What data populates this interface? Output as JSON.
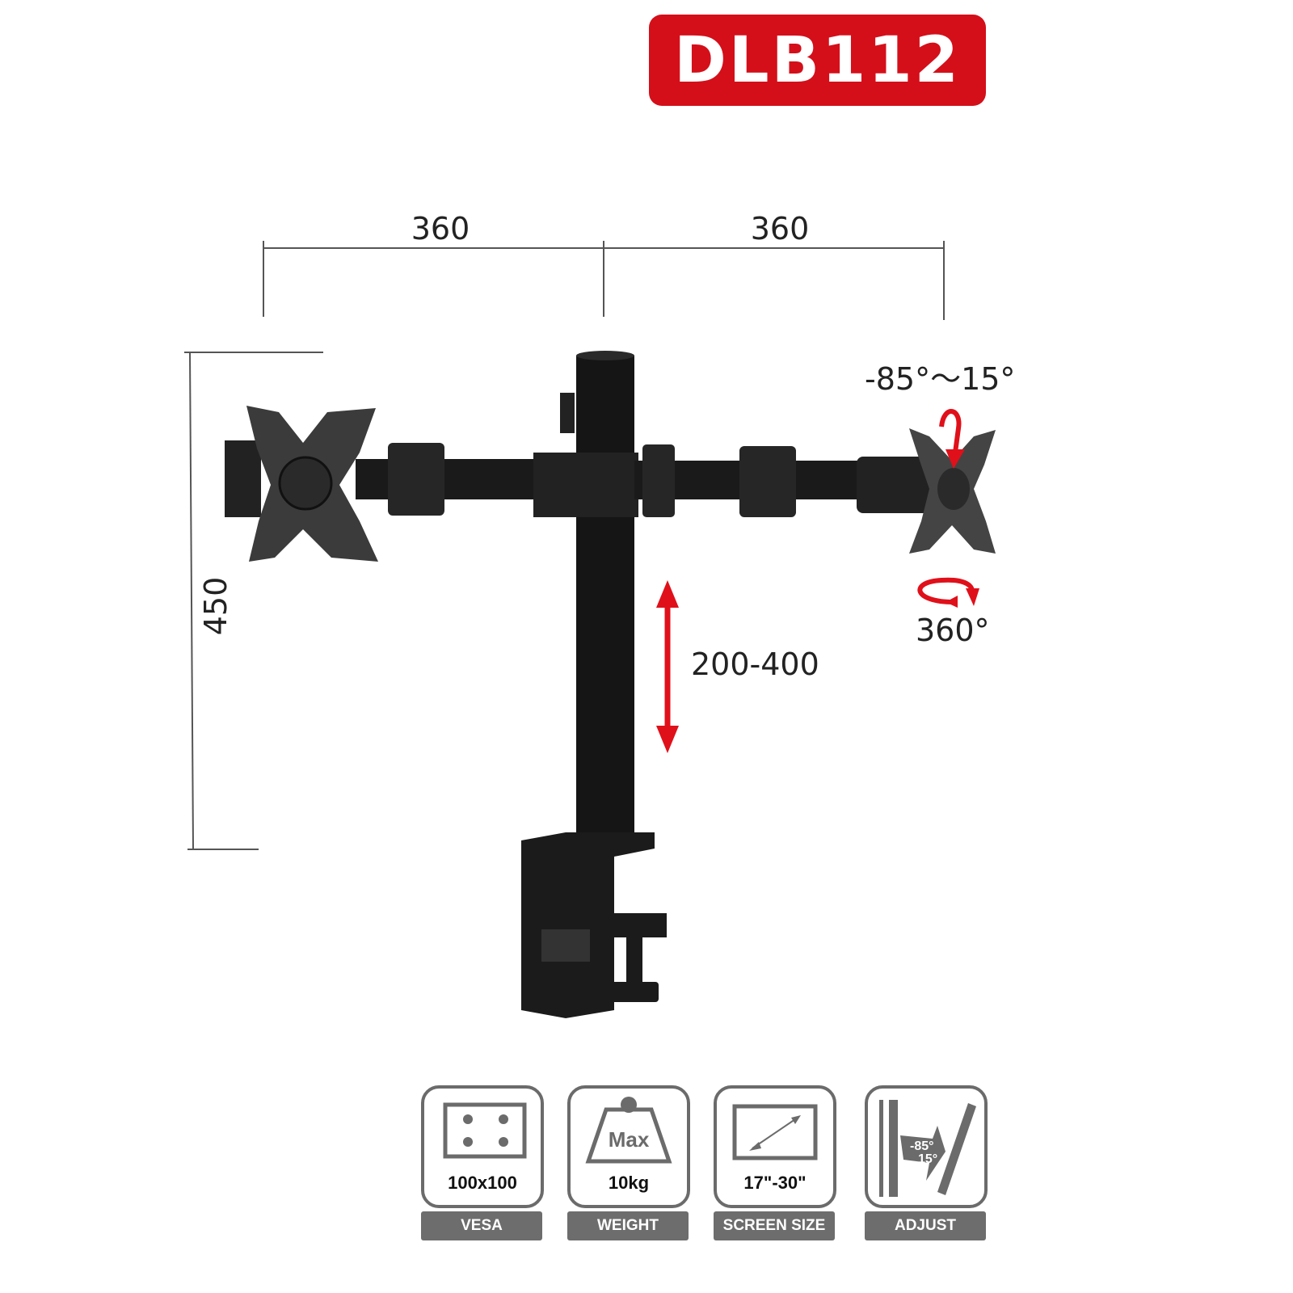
{
  "model": "DLB112",
  "dimensions": {
    "arm_left": "360",
    "arm_right": "360",
    "height": "450",
    "height_adjust": "200-400",
    "tilt": "-85°～15°",
    "rotation": "360°"
  },
  "colors": {
    "accent": "#d40f1a",
    "icon_gray": "#6b6b6b",
    "mount": "#1a1a1a"
  },
  "specs": [
    {
      "value": "100x100",
      "label": "VESA",
      "icon": "vesa-pattern-icon"
    },
    {
      "value": "10kg",
      "label": "WEIGHT",
      "icon": "weight-icon",
      "icon_text": "Max"
    },
    {
      "value": "17\"-30\"",
      "label": "SCREEN SIZE",
      "icon": "screen-size-icon"
    },
    {
      "value": "",
      "label": "ADJUST",
      "icon": "tilt-adjust-icon",
      "icon_text_1": "-85°",
      "icon_text_2": "15°"
    }
  ]
}
